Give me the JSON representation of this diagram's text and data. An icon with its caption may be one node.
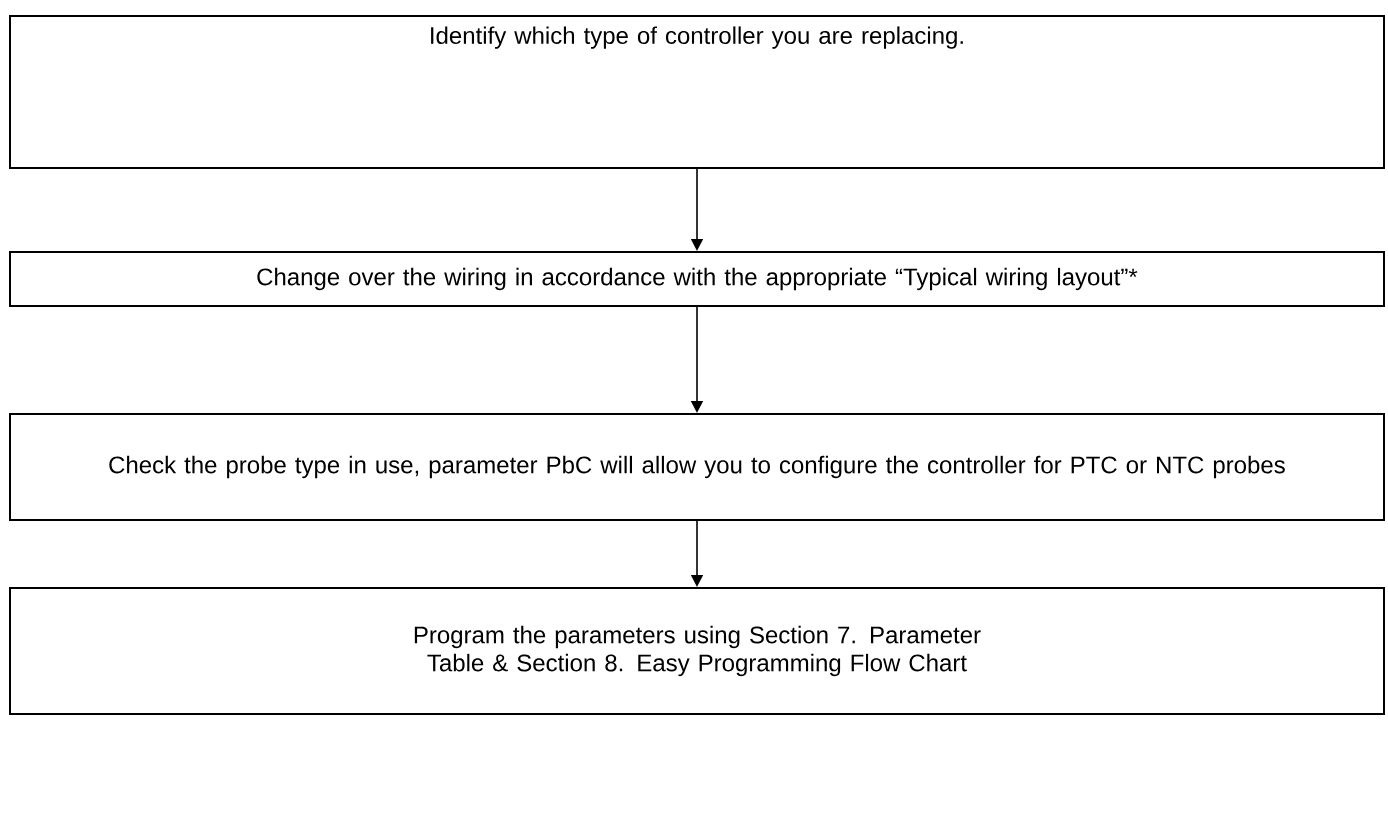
{
  "diagram": {
    "nodes": [
      {
        "text": [
          "Identify which type of controller you are replacing."
        ]
      },
      {
        "text": [
          "Change over the wiring in accordance with the appropriate “Typical wiring layout”*"
        ]
      },
      {
        "text": [
          "Check the probe type in use, parameter PbC will allow you to configure the controller for PTC or NTC probes"
        ]
      },
      {
        "text": [
          "Program the parameters using Section 7. Parameter Table & Section 8. Easy Programming Flow Chart"
        ]
      }
    ],
    "edges": [
      {
        "from": 0,
        "to": 1,
        "arrow": "to"
      },
      {
        "from": 1,
        "to": 2,
        "arrow": "to"
      },
      {
        "from": 2,
        "to": 3,
        "arrow": "to"
      }
    ]
  }
}
